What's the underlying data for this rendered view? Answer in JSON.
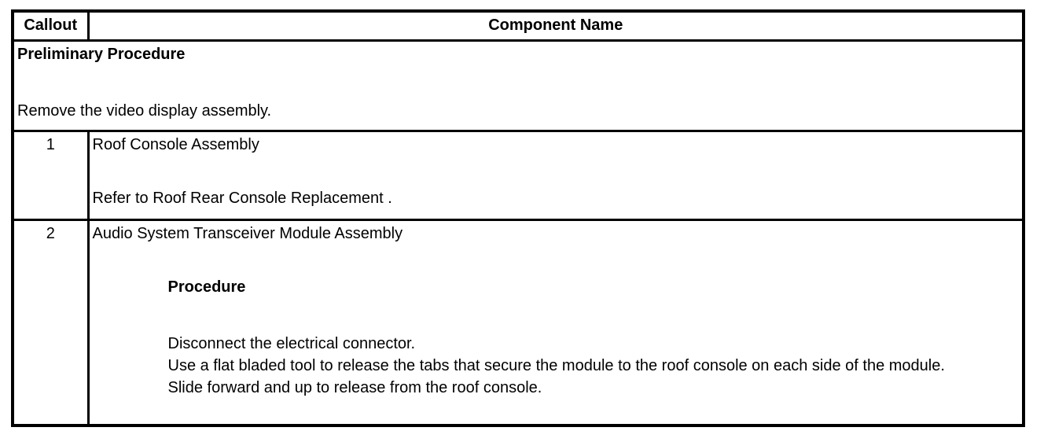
{
  "document": {
    "header": {
      "callout_label": "Callout",
      "component_label": "Component Name"
    },
    "preliminary": {
      "title": "Preliminary Procedure",
      "instruction": "Remove the video display assembly."
    },
    "row1": {
      "callout": "1",
      "name": "Roof Console Assembly",
      "reference": "Refer to Roof Rear Console Replacement ."
    },
    "row2": {
      "callout": "2",
      "name": "Audio System Transceiver Module Assembly",
      "procedure_title": "Procedure",
      "steps": [
        "Disconnect the electrical connector.",
        "Use a flat bladed tool to release the tabs that secure the module to the roof console on each side of the module.",
        "Slide forward and up to release from the roof console."
      ]
    },
    "colors": {
      "border": "#000000",
      "background": "#ffffff",
      "text": "#000000"
    }
  }
}
